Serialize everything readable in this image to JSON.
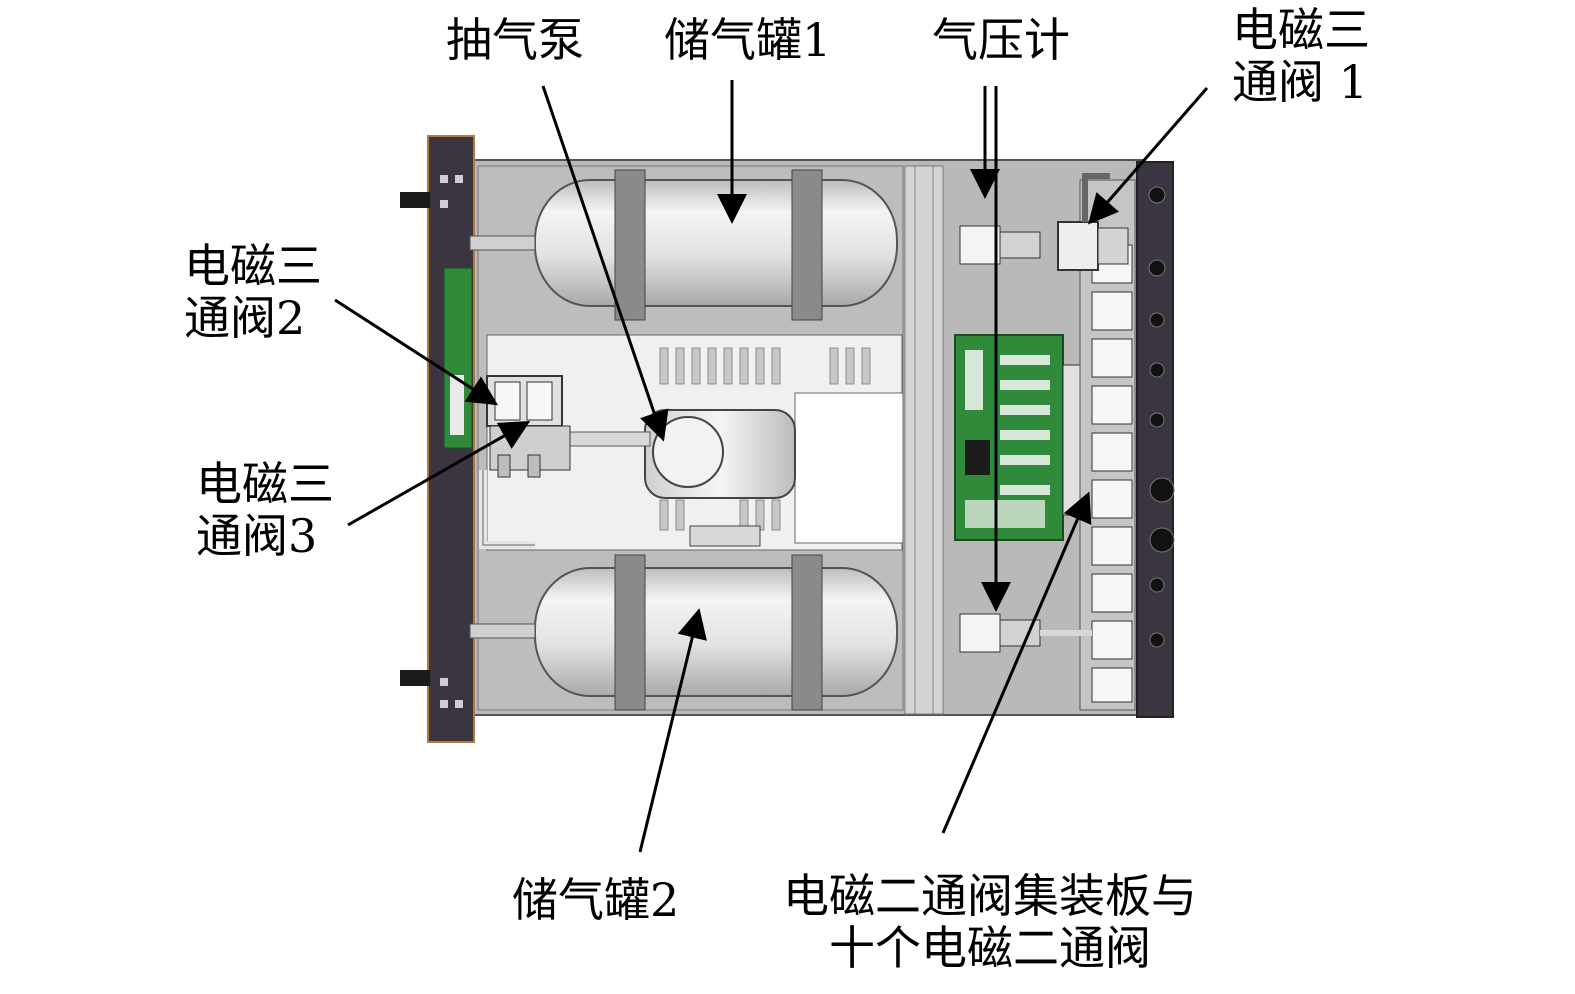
{
  "labels": {
    "pump": "抽气泵",
    "tank1": "储气罐1",
    "gauge": "气压计",
    "valve1": [
      "电磁三",
      "通阀 1"
    ],
    "valve2": [
      "电磁三",
      "通阀2"
    ],
    "valve3": [
      "电磁三",
      "通阀3"
    ],
    "tank2": "储气罐2",
    "manifold": [
      "电磁二通阀集装板与",
      "十个电磁二通阀"
    ]
  },
  "colors": {
    "chassis": "#b9b9b9",
    "panel_dark": "#3a3540",
    "panel_edge": "#b07a3a",
    "pcb": "#2f8a3a",
    "tank": "#e6e6e6",
    "bracket": "#8a8a8a"
  }
}
